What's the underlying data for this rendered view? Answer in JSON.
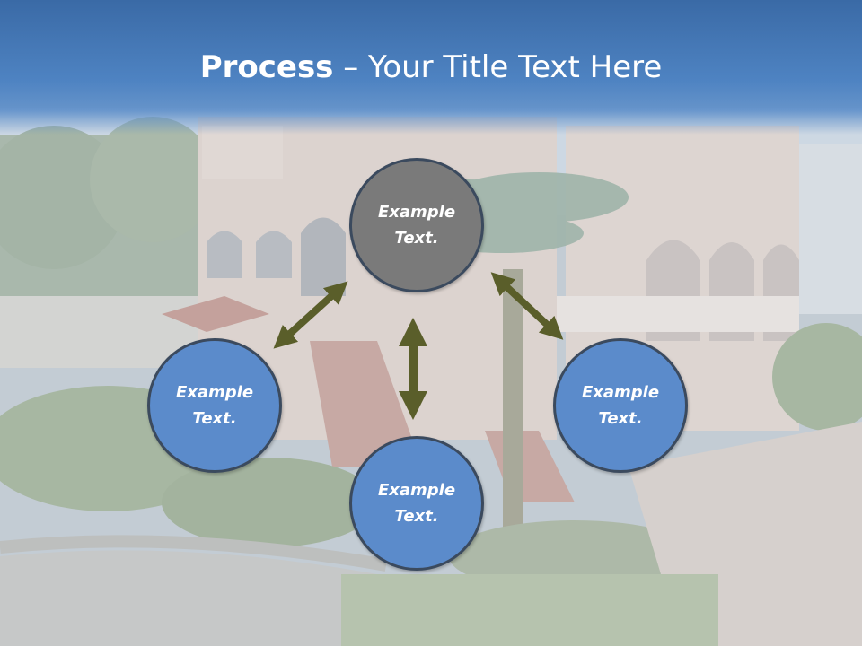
{
  "slide": {
    "title_bold": "Process",
    "title_rest": " – Your Title Text Here",
    "nodes": [
      {
        "line1": "Example",
        "line2": "Text."
      },
      {
        "line1": "Example",
        "line2": "Text."
      },
      {
        "line1": "Example",
        "line2": "Text."
      },
      {
        "line1": "Example",
        "line2": "Text."
      }
    ]
  },
  "colors": {
    "title_bar": "#4e83c2",
    "circle_blue": "#5b8bcb",
    "circle_gray": "#7a7a7a",
    "arrow": "#5a5e2a"
  }
}
